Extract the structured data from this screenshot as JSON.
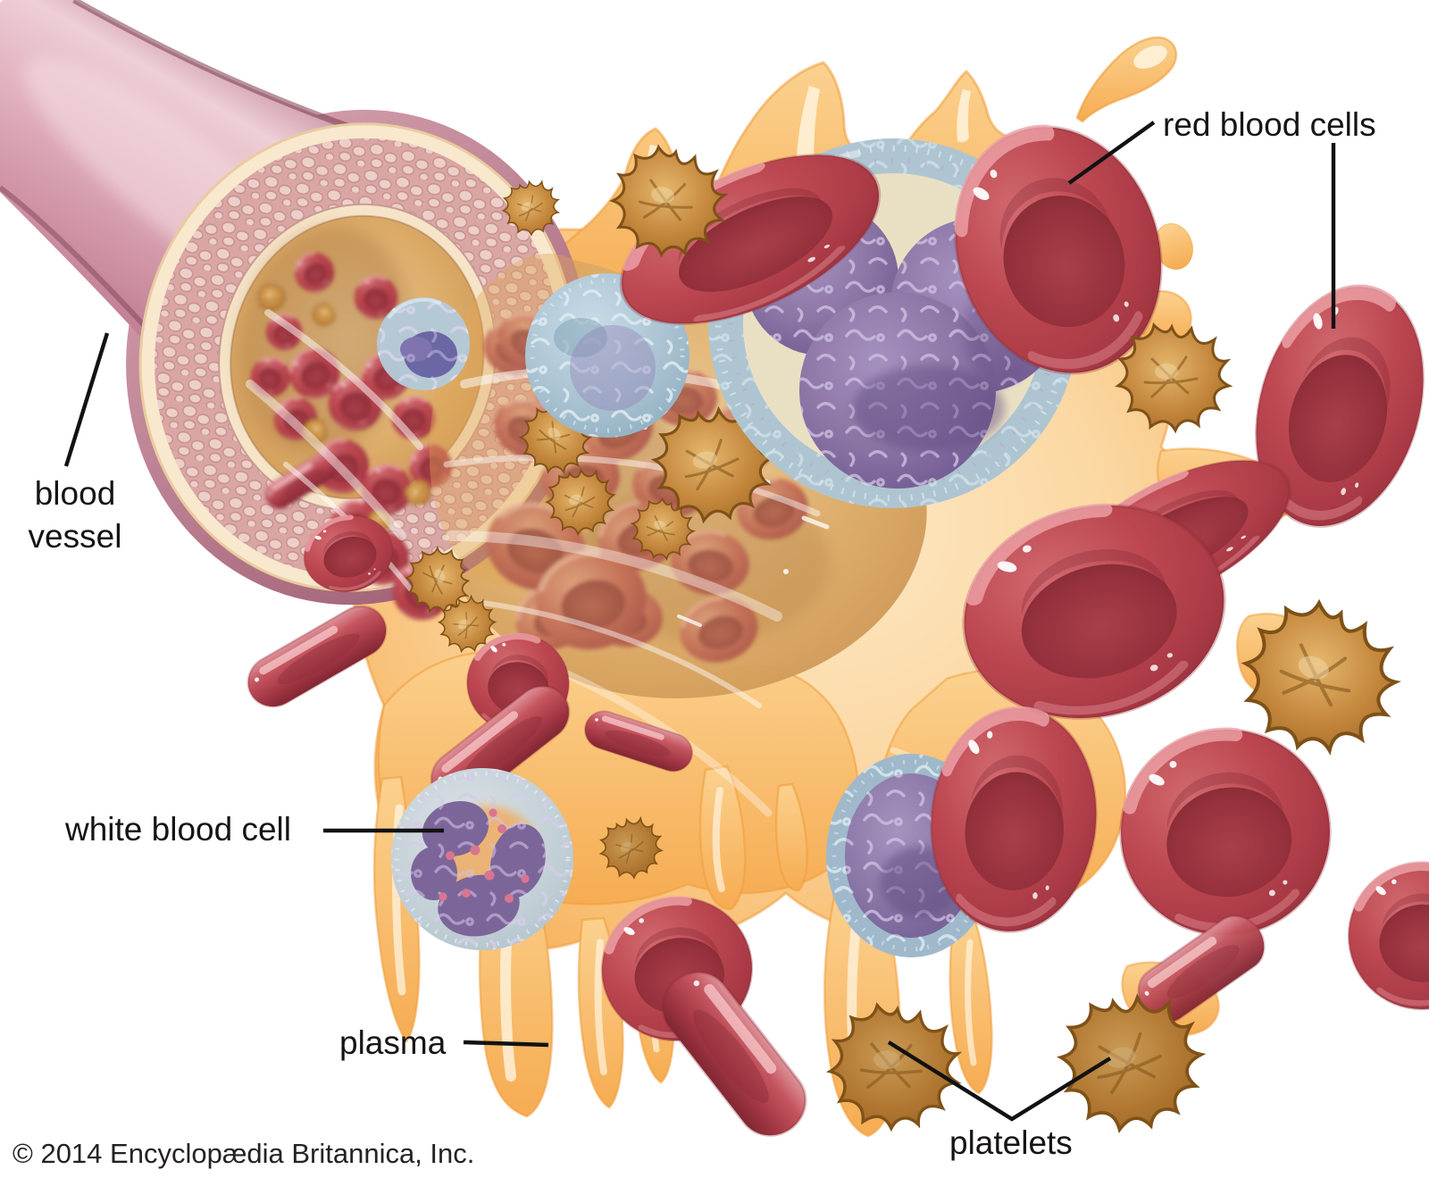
{
  "labels": {
    "red_blood_cells": "red blood cells",
    "blood_vessel_line1": "blood",
    "blood_vessel_line2": "vessel",
    "white_blood_cell": "white blood cell",
    "plasma": "plasma",
    "platelets": "platelets"
  },
  "credit": "© 2014 Encyclopædia Britannica, Inc.",
  "palette": {
    "plasma_light": "#FDE9C5",
    "plasma_mid": "#F8BE72",
    "plasma_deep": "#F5A94E",
    "plasma_edge": "#F09C3A",
    "rbc_body": "#BC4750",
    "rbc_dark": "#8F2E3A",
    "rbc_highlight": "#F0A9AE",
    "wbc_rim": "#A9C0CD",
    "wbc_cytoplasm": "#E9E0C4",
    "wbc_nucleus": "#8A74A4",
    "platelet": "#C1843A",
    "vessel_outside": "#BE7990",
    "vessel_wall_ring": "#D9A6A4",
    "vessel_rim": "#F8E8CD",
    "vessel_lumen": "#DCAB68",
    "label_text": "#161414"
  }
}
